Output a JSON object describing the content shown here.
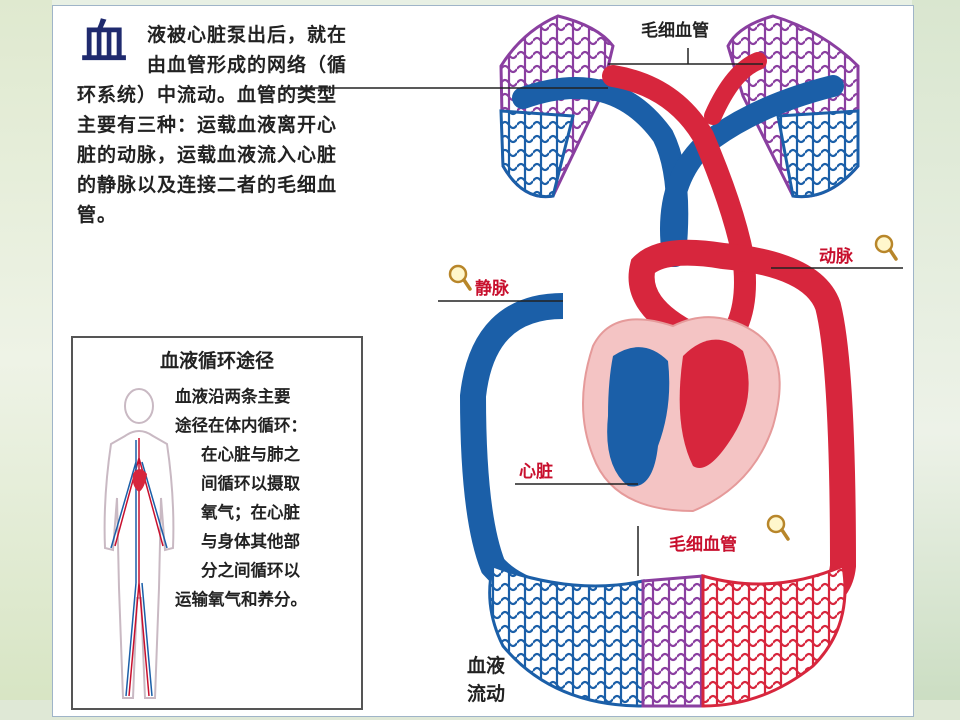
{
  "intro": {
    "char": "血",
    "lines": [
      "液被心脏泵出后，就在",
      "由血管形成的网络（循",
      "环系统）中流动。血管的类型",
      "主要有三种：运载血液离开心",
      "脏的动脉，运载血液流入心脏",
      "的静脉以及连接二者的毛细血",
      "管。"
    ]
  },
  "inset": {
    "title": "血液循环途径",
    "lines": [
      "血液沿两条主要",
      "途径在体内循环：",
      "在心脏与肺之",
      "间循环以摄取",
      "氧气；在心脏",
      "与身体其他部",
      "分之间循环以",
      "运输氧气和养分。"
    ]
  },
  "labels": {
    "capillary_top": "毛细血管",
    "artery": "动脉",
    "vein": "静脉",
    "heart": "心脏",
    "capillary_bottom": "毛细血管",
    "blood_flow_1": "血液",
    "blood_flow_2": "流动"
  },
  "colors": {
    "artery": "#d7263d",
    "vein": "#1b5fa8",
    "mixed": "#8a3fa0",
    "heart_bg": "#f4c4c4",
    "title_char": "#1f2a6e"
  }
}
